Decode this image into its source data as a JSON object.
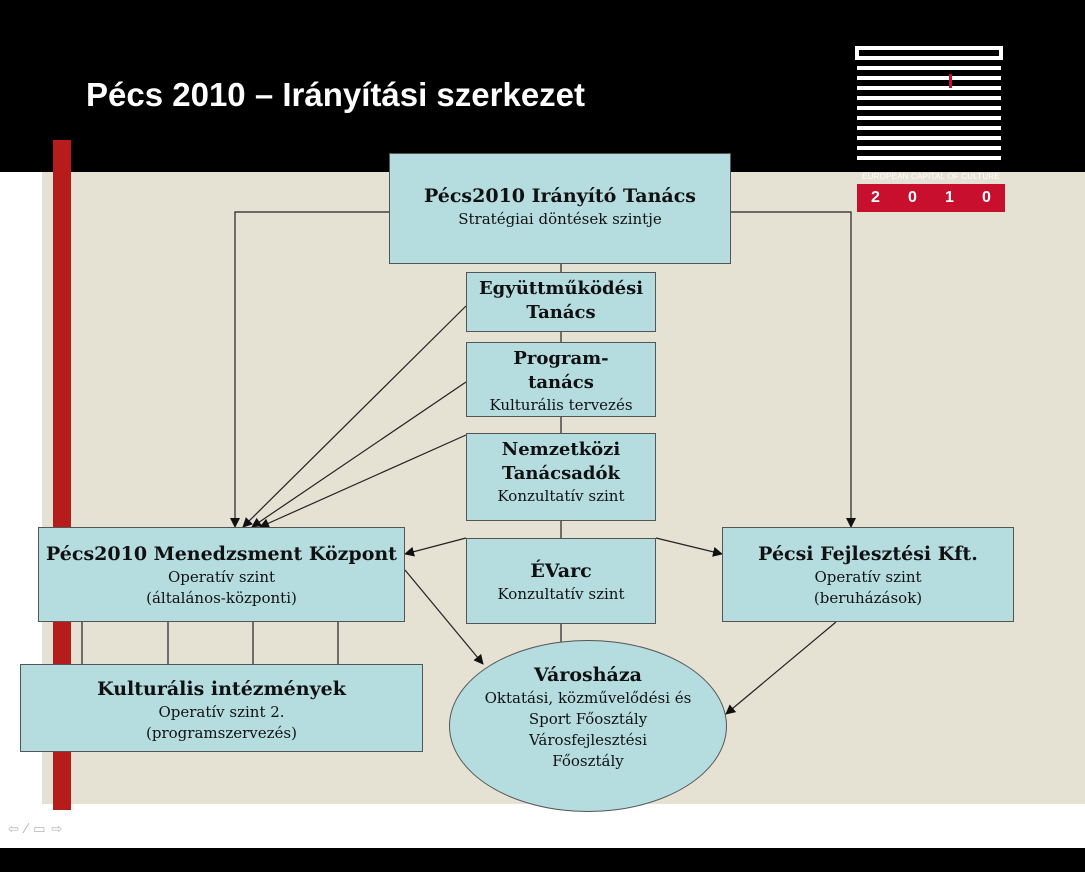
{
  "slide": {
    "title": "Pécs 2010 – Irányítási szerkezet"
  },
  "logo": {
    "caption": "EUROPEAN CAPITAL OF CULTURE",
    "year_digits": [
      "2",
      "0",
      "1",
      "0"
    ]
  },
  "nodes": {
    "iranyito": {
      "title": "Pécs2010 Irányító Tanács",
      "sub": "Stratégiai döntések szintje"
    },
    "egyuttmukodesi": {
      "title": "Együttműködési Tanács"
    },
    "program": {
      "title": "Program-tanács",
      "sub": "Kulturális tervezés"
    },
    "nemzetkozi": {
      "title": "Nemzetközi Tanácsadók",
      "sub": "Konzultatív szint"
    },
    "evarc": {
      "title": "ÉVarc",
      "sub": "Konzultatív szint"
    },
    "menedzsment": {
      "title": "Pécs2010 Menedzsment Központ",
      "sub": "Operatív szint",
      "sub2": "(általános-központi)"
    },
    "fejlesztesi": {
      "title": "Pécsi Fejlesztési Kft.",
      "sub": "Operatív szint",
      "sub2": "(beruházások)"
    },
    "kulturalis": {
      "title": "Kulturális intézmények",
      "sub": "Operatív szint 2.",
      "sub2": "(programszervezés)"
    },
    "varoshaza": {
      "title": "Városháza",
      "sub": "Oktatási, közművelődési és Sport Főosztály",
      "sub2": "Városfejlesztési Főosztály"
    }
  },
  "colors": {
    "box_fill": "#b5dde0",
    "accent_red": "#b71c1c",
    "background": "#e5e1d3"
  },
  "icons": [
    "arrow-left-icon",
    "pen-icon",
    "menu-icon",
    "arrow-right-icon"
  ]
}
